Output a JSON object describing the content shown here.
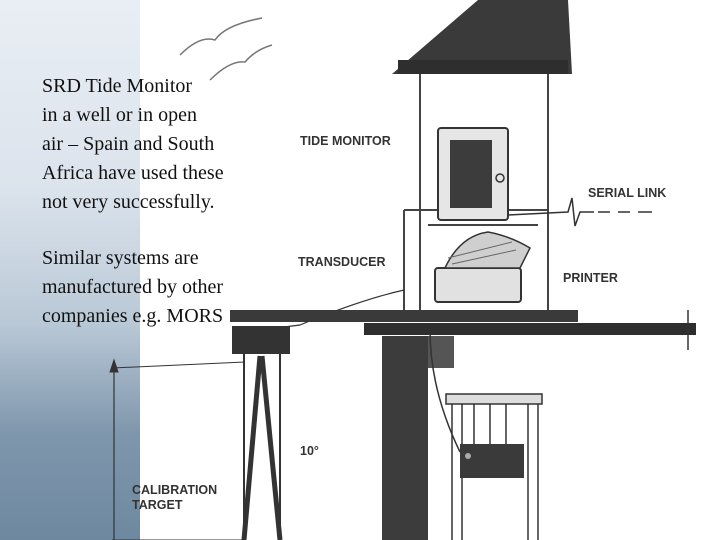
{
  "caption": {
    "paragraph1": [
      "SRD Tide Monitor",
      "in a well or in open",
      "air – Spain and South",
      "Africa have used these",
      "not very successfully."
    ],
    "paragraph2": [
      "Similar systems are",
      "manufactured by other",
      "companies e.g. MORS"
    ]
  },
  "diagram_labels": {
    "tide_monitor": "TIDE MONITOR",
    "serial_link": "SERIAL LINK",
    "transducer": "TRANSDUCER",
    "printer": "PRINTER",
    "angle": "10°",
    "calibration_target_line1": "CALIBRATION",
    "calibration_target_line2": "TARGET"
  },
  "colors": {
    "ink": "#333333",
    "roof": "#3a3a3a",
    "sea_panel": "#7f97ad"
  }
}
